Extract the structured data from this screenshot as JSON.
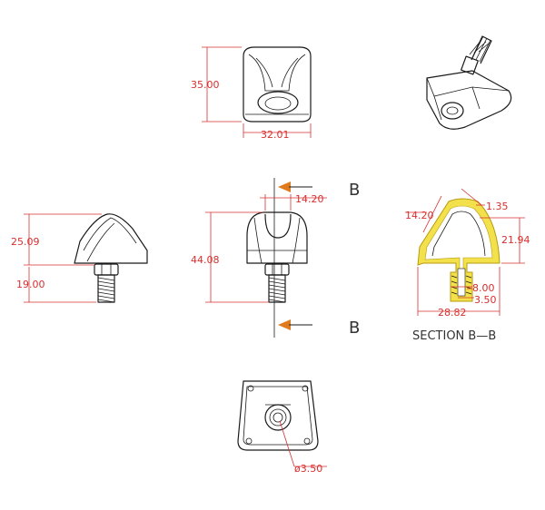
{
  "dimensions": {
    "front_height": "35.00",
    "front_width": "32.01",
    "side_height": "25.09",
    "side_thread": "19.00",
    "mid_width": "14.20",
    "mid_height": "44.08",
    "section_angle": "14.20",
    "section_thickness": "1.35",
    "section_height": "21.94",
    "section_bore": "8.00",
    "section_hole": "3.50",
    "section_width": "28.82",
    "bottom_diameter": "ø3.50"
  },
  "section_marks": {
    "top": "B",
    "bottom": "B"
  },
  "section_title": "SECTION B—B",
  "colors": {
    "dimension": "#d6302f",
    "arrow": "#e07a1f",
    "section_fill": "#f2e14a",
    "outline": "#1a1a1a"
  }
}
